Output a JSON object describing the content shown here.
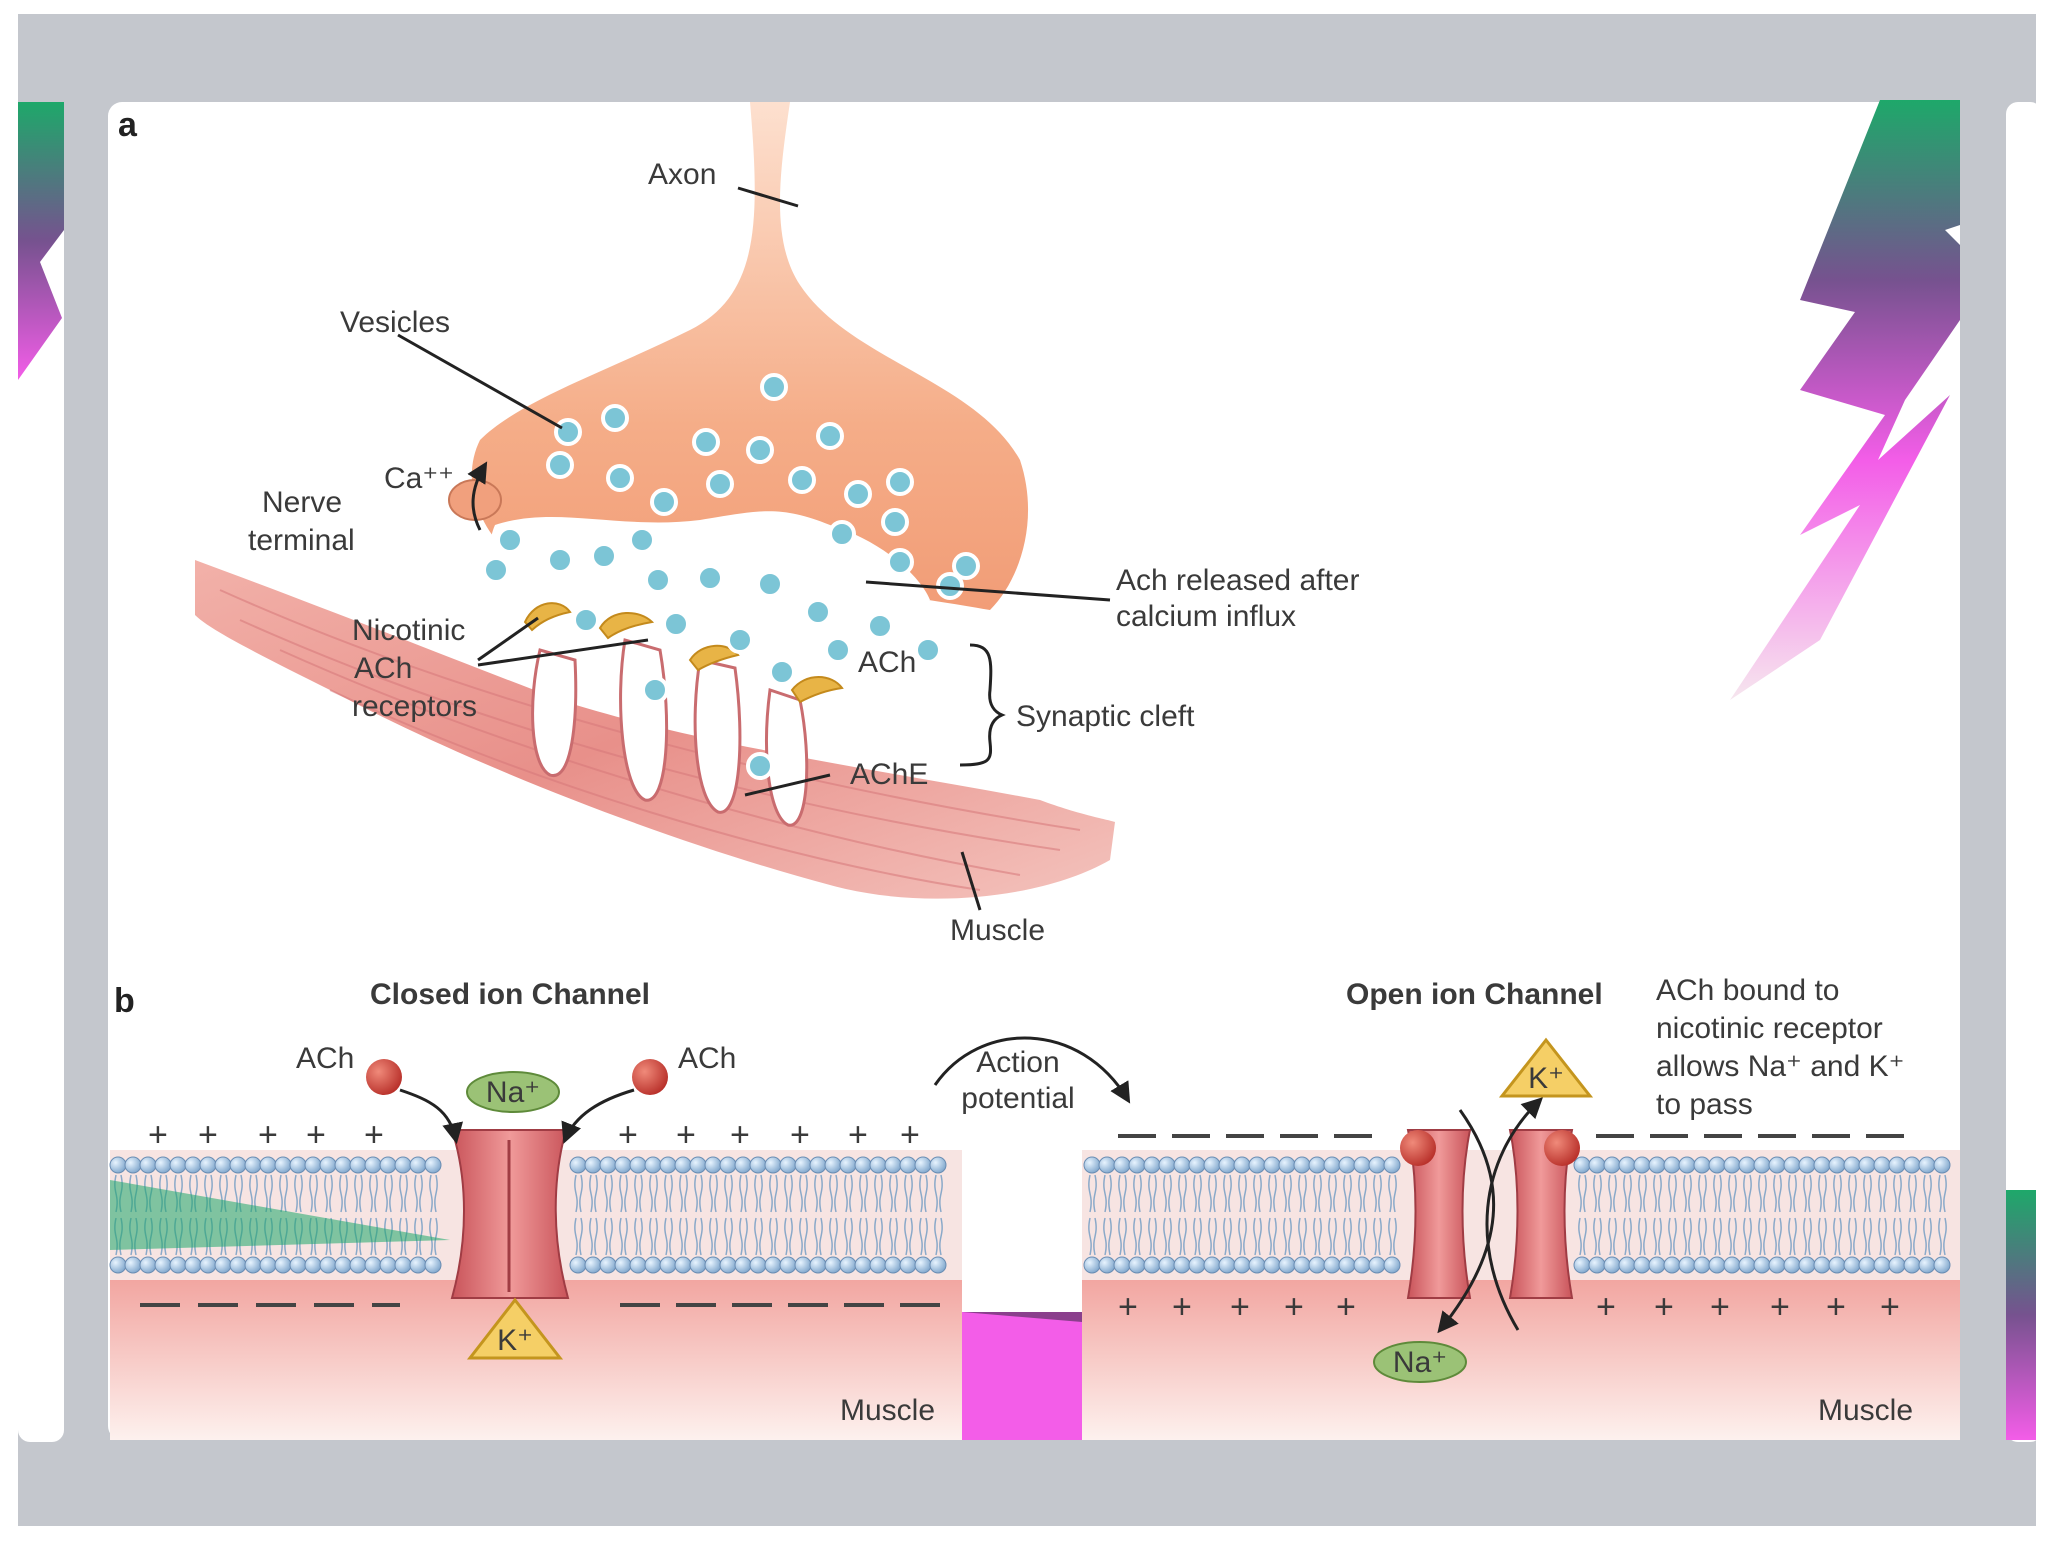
{
  "panel_a": {
    "letter": "a",
    "axon": "Axon",
    "vesicles": "Vesicles",
    "calcium": "Ca⁺⁺",
    "nerve_terminal": [
      "Nerve",
      "terminal"
    ],
    "nicotinic_receptors": [
      "Nicotinic",
      "ACh",
      "receptors"
    ],
    "ach_released": [
      "Ach released after",
      "calcium influx"
    ],
    "ach": "ACh",
    "synaptic_cleft": "Synaptic cleft",
    "ache": "AChE",
    "muscle": "Muscle"
  },
  "panel_b": {
    "letter": "b",
    "closed_title": "Closed ion Channel",
    "open_title": "Open ion Channel",
    "ach_left": "ACh",
    "ach_right": "ACh",
    "na": "Na⁺",
    "k": "K⁺",
    "action_potential": [
      "Action",
      "potential"
    ],
    "open_note": [
      "ACh bound to",
      "nicotinic receptor",
      "allows Na⁺ and K⁺",
      "to pass"
    ],
    "muscle_left": "Muscle",
    "muscle_right": "Muscle"
  },
  "colors": {
    "frame": "#c4c7cd",
    "terminal": "#f3a985",
    "muscle": "#e98f88",
    "vesicle": "#7cc5d6",
    "receptor": "#e8b446",
    "accent_green": "#1ea86a",
    "accent_magenta": "#f35de8"
  }
}
